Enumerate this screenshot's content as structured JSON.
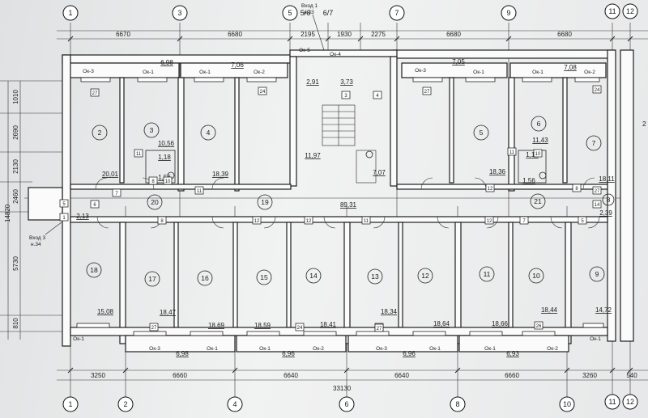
{
  "axes_top": [
    {
      "id": "ax-top-1",
      "label": "1"
    },
    {
      "id": "ax-top-3",
      "label": "3"
    },
    {
      "id": "ax-top-5",
      "label": "5"
    },
    {
      "id": "ax-top-56",
      "label": "5/6"
    },
    {
      "id": "ax-top-67",
      "label": "6/7"
    },
    {
      "id": "ax-top-7",
      "label": "7"
    },
    {
      "id": "ax-top-9",
      "label": "9"
    },
    {
      "id": "ax-top-11",
      "label": "11"
    },
    {
      "id": "ax-top-12",
      "label": "12"
    }
  ],
  "axes_bottom": [
    {
      "id": "ax-bot-1",
      "label": "1"
    },
    {
      "id": "ax-bot-2",
      "label": "2"
    },
    {
      "id": "ax-bot-4",
      "label": "4"
    },
    {
      "id": "ax-bot-6",
      "label": "6"
    },
    {
      "id": "ax-bot-8",
      "label": "8"
    },
    {
      "id": "ax-bot-10",
      "label": "10"
    },
    {
      "id": "ax-bot-11",
      "label": "11"
    },
    {
      "id": "ax-bot-12",
      "label": "12"
    }
  ],
  "dims_top": [
    "6670",
    "6680",
    "2195",
    "1930",
    "2275",
    "6680",
    "6680"
  ],
  "dims_bottom": [
    "3250",
    "6660",
    "6640",
    "6640",
    "6660",
    "3260",
    "540"
  ],
  "dim_total": "33130",
  "dims_left": [
    "1010",
    "2690",
    "2130",
    "2460",
    "5730",
    "810"
  ],
  "dim_left_total": "14820",
  "entrances": [
    {
      "id": "vhod-1",
      "title": "Вход 1",
      "sub": "н.33"
    },
    {
      "id": "vhod-3",
      "title": "Вход 3",
      "sub": "н.34"
    }
  ],
  "rooms": [
    {
      "id": "r2",
      "num": "2"
    },
    {
      "id": "r3",
      "num": "3"
    },
    {
      "id": "r4",
      "num": "4"
    },
    {
      "id": "r5",
      "num": "5"
    },
    {
      "id": "r6",
      "num": "6"
    },
    {
      "id": "r7",
      "num": "7"
    },
    {
      "id": "r8",
      "num": "8"
    },
    {
      "id": "r9",
      "num": "9"
    },
    {
      "id": "r10",
      "num": "10"
    },
    {
      "id": "r11",
      "num": "11"
    },
    {
      "id": "r12",
      "num": "12"
    },
    {
      "id": "r13",
      "num": "13"
    },
    {
      "id": "r14",
      "num": "14"
    },
    {
      "id": "r15",
      "num": "15"
    },
    {
      "id": "r16",
      "num": "16"
    },
    {
      "id": "r17",
      "num": "17"
    },
    {
      "id": "r18",
      "num": "18"
    },
    {
      "id": "r19",
      "num": "19"
    },
    {
      "id": "r20",
      "num": "20"
    },
    {
      "id": "r21",
      "num": "21"
    }
  ],
  "areas": [
    {
      "id": "a-698-top",
      "text": "6,98"
    },
    {
      "id": "a-706",
      "text": "7,06"
    },
    {
      "id": "a-705",
      "text": "7,05"
    },
    {
      "id": "a-708",
      "text": "7,08"
    },
    {
      "id": "a-291",
      "text": "2,91"
    },
    {
      "id": "a-373",
      "text": "3,73"
    },
    {
      "id": "a-1056",
      "text": "10,56"
    },
    {
      "id": "a-118a",
      "text": "1,18"
    },
    {
      "id": "a-156a",
      "text": "1,56"
    },
    {
      "id": "a-2001",
      "text": "20,01"
    },
    {
      "id": "a-1839",
      "text": "18,39"
    },
    {
      "id": "a-1197",
      "text": "11,97"
    },
    {
      "id": "a-707",
      "text": "7,07"
    },
    {
      "id": "a-1143",
      "text": "11,43"
    },
    {
      "id": "a-118b",
      "text": "1,18"
    },
    {
      "id": "a-156b",
      "text": "1,56"
    },
    {
      "id": "a-1836",
      "text": "18,36"
    },
    {
      "id": "a-1811",
      "text": "18,11"
    },
    {
      "id": "a-8931",
      "text": "89,31"
    },
    {
      "id": "a-213",
      "text": "2,13"
    },
    {
      "id": "a-239",
      "text": "2,39"
    },
    {
      "id": "a-1508",
      "text": "15,08"
    },
    {
      "id": "a-1847",
      "text": "18,47"
    },
    {
      "id": "a-1869",
      "text": "18,69"
    },
    {
      "id": "a-1859",
      "text": "18,59"
    },
    {
      "id": "a-1841",
      "text": "18,41"
    },
    {
      "id": "a-1834",
      "text": "18,34"
    },
    {
      "id": "a-1864",
      "text": "18,64"
    },
    {
      "id": "a-1866",
      "text": "18,66"
    },
    {
      "id": "a-1844",
      "text": "18,44"
    },
    {
      "id": "a-1472",
      "text": "14,72"
    },
    {
      "id": "a-698-bot",
      "text": "6,98"
    },
    {
      "id": "a-696a",
      "text": "6,96"
    },
    {
      "id": "a-696b",
      "text": "6,96"
    },
    {
      "id": "a-693",
      "text": "6,93"
    }
  ],
  "windows": [
    {
      "id": "w1",
      "text": "Ок-3"
    },
    {
      "id": "w2",
      "text": "Ок-1"
    },
    {
      "id": "w3",
      "text": "Ок-1"
    },
    {
      "id": "w4",
      "text": "Ок-2"
    },
    {
      "id": "w5",
      "text": "Ок-5"
    },
    {
      "id": "w6",
      "text": "Ок-4"
    },
    {
      "id": "w7",
      "text": "Ок-3"
    },
    {
      "id": "w8",
      "text": "Ок-1"
    },
    {
      "id": "w9",
      "text": "Ок-1"
    },
    {
      "id": "w10",
      "text": "Ок-2"
    },
    {
      "id": "w11",
      "text": "Ок-1"
    },
    {
      "id": "w12",
      "text": "Ок-3"
    },
    {
      "id": "w13",
      "text": "Ок-1"
    },
    {
      "id": "w14",
      "text": "Ок-1"
    },
    {
      "id": "w15",
      "text": "Ок-2"
    },
    {
      "id": "w16",
      "text": "Ок-3"
    },
    {
      "id": "w17",
      "text": "Ок-1"
    },
    {
      "id": "w18",
      "text": "Ок-1"
    },
    {
      "id": "w19",
      "text": "Ок-2"
    },
    {
      "id": "w20",
      "text": "Ок-1"
    }
  ],
  "tags": [
    {
      "id": "t1",
      "text": "27"
    },
    {
      "id": "t2",
      "text": "11"
    },
    {
      "id": "t3",
      "text": "8"
    },
    {
      "id": "t4",
      "text": "10"
    },
    {
      "id": "t5",
      "text": "7"
    },
    {
      "id": "t6",
      "text": "11"
    },
    {
      "id": "t7",
      "text": "24"
    },
    {
      "id": "t8",
      "text": "3"
    },
    {
      "id": "t9",
      "text": "4"
    },
    {
      "id": "t10",
      "text": "27"
    },
    {
      "id": "t11",
      "text": "12"
    },
    {
      "id": "t12",
      "text": "11"
    },
    {
      "id": "t13",
      "text": "10"
    },
    {
      "id": "t14",
      "text": "8"
    },
    {
      "id": "t15",
      "text": "24"
    },
    {
      "id": "t16",
      "text": "14"
    },
    {
      "id": "t17",
      "text": "5"
    },
    {
      "id": "t18",
      "text": "6"
    },
    {
      "id": "t19",
      "text": "1"
    },
    {
      "id": "t20",
      "text": "8"
    },
    {
      "id": "t21",
      "text": "12"
    },
    {
      "id": "t22",
      "text": "12"
    },
    {
      "id": "t23",
      "text": "11"
    },
    {
      "id": "t24",
      "text": "12"
    },
    {
      "id": "t25",
      "text": "7"
    },
    {
      "id": "t26",
      "text": "5"
    },
    {
      "id": "t27",
      "text": "27"
    },
    {
      "id": "t28",
      "text": "27"
    },
    {
      "id": "t29",
      "text": "24"
    },
    {
      "id": "t30",
      "text": "27"
    },
    {
      "id": "t31",
      "text": "27"
    },
    {
      "id": "t32",
      "text": "26"
    }
  ],
  "partial_label": "2"
}
